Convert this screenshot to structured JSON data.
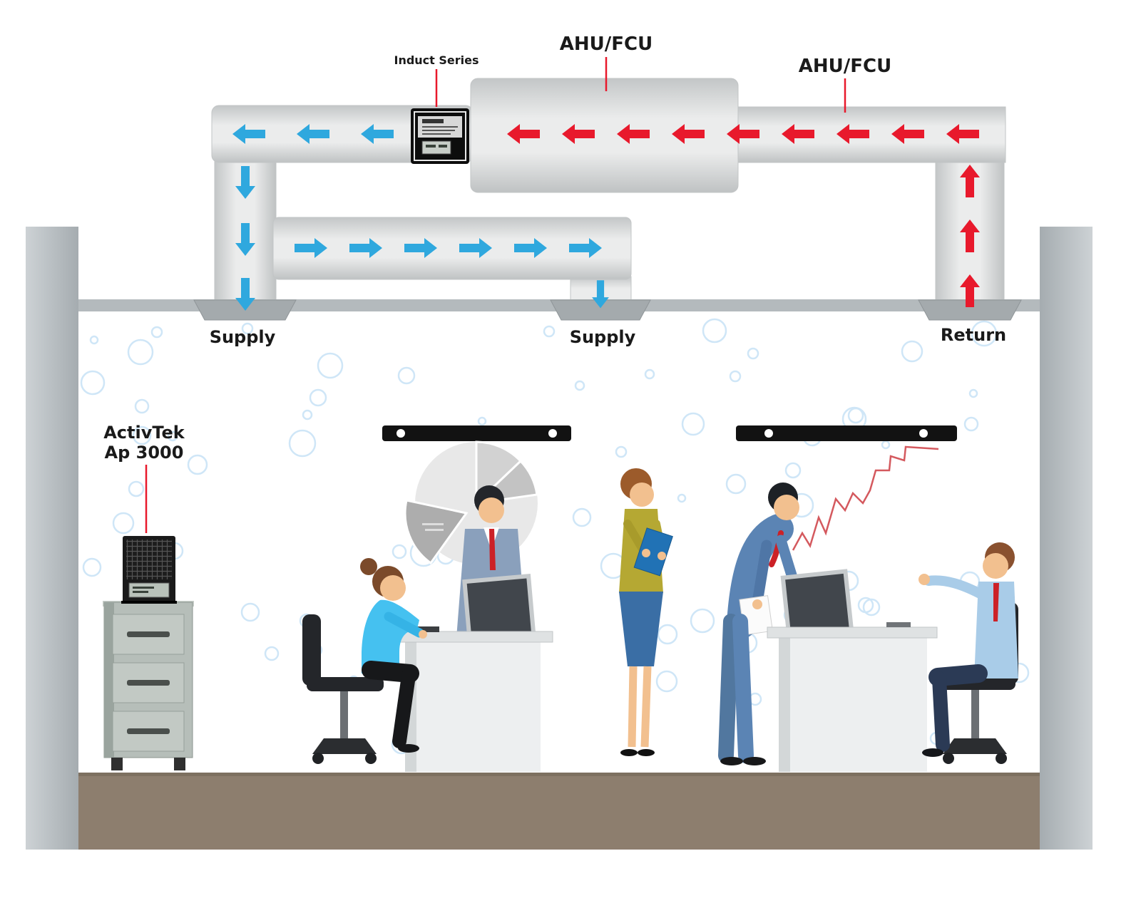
{
  "diagram": {
    "labels": {
      "induct_series": "Induct Series",
      "ahu_fcu_left": "AHU/FCU",
      "ahu_fcu_right": "AHU/FCU",
      "supply_left": "Supply",
      "supply_center": "Supply",
      "return_label": "Return",
      "purifier_name_line1": "ActivTek",
      "purifier_name_line2": "Ap 3000"
    },
    "colors": {
      "supply_airflow": "#2fa8de",
      "return_airflow": "#e8192c",
      "annotation_line": "#e8192c",
      "duct": "#dcdedf",
      "ceiling": "#b4babd",
      "wall": "#b7bdc1",
      "floor": "#8d7e6e",
      "air_particle": "#cfe6f7"
    }
  }
}
